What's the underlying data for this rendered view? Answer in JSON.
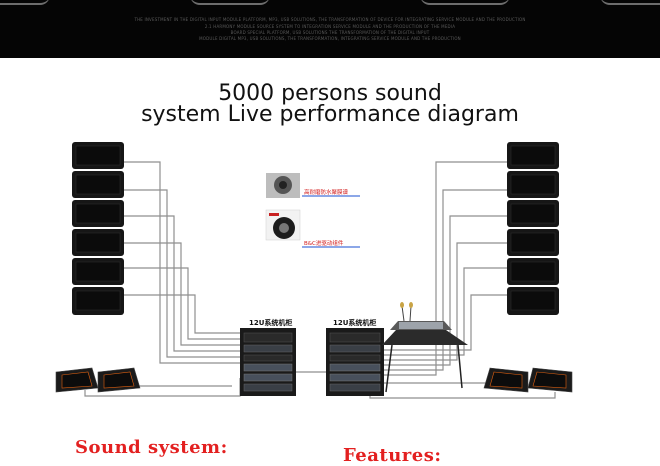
{
  "header": {
    "fine_print": [
      "THE INVESTMENT IN THE DIGITAL INPUT MODULE PLATFORM, MP3, USB SOLUTIONS, THE TRANSFORMATION OF DEVICE FOR INTEGRATING SERVICE MODULE AND THE PRODUCTION",
      "2.1 HARMONY MODULE SOURCE SYSTEM TO INTEGRATION SERVICE MODULE AND THE PRODUCTION OF THE MEDIA",
      "BOARD SPECIAL PLATFORM, USB SOLUTIONS THE TRANSFORMATION OF THE DIGITAL INPUT",
      "MODULE DIGITAL MP3, USB SOLUTIONS, THE TRANSFORMATION, INTEGRATING SERVICE MODULE AND THE PRODUCTION"
    ]
  },
  "diagram": {
    "title_line1": "5000 persons sound",
    "title_line2": "system Live performance diagram",
    "component_labels": {
      "diaphragm": "高耐磨防水聚膜谱",
      "driver": "B&C进驱动组件"
    },
    "rack_left": "12U系统机柜",
    "rack_right": "12U系统机柜",
    "colors": {
      "cable": "#8f8f8f",
      "speaker": "#161616",
      "accent_red": "#e32020"
    }
  },
  "sections": {
    "sound_system": "Sound system:",
    "features": "Features:"
  }
}
